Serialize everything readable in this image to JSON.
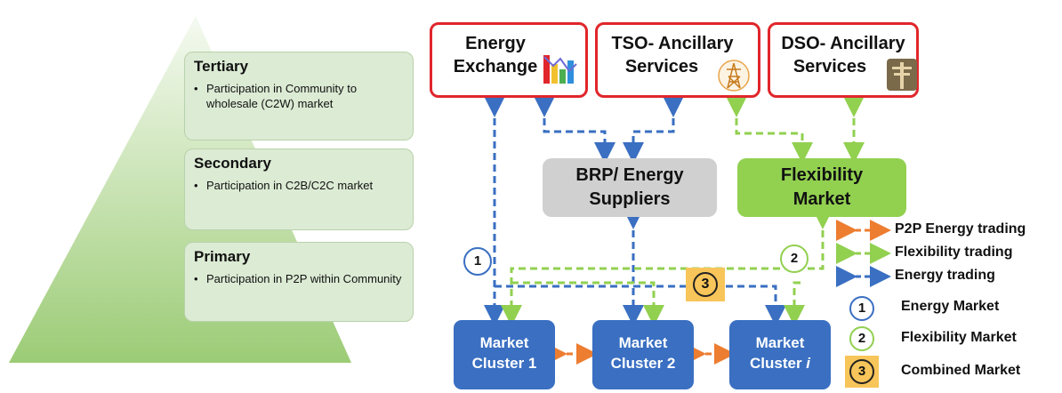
{
  "pyramid": {
    "levels": [
      {
        "title": "Tertiary",
        "item": "Participation in Community to wholesale (C2W) market"
      },
      {
        "title": "Secondary",
        "item": "Participation in C2B/C2C market"
      },
      {
        "title": "Primary",
        "item": "Participation in P2P within Community"
      }
    ]
  },
  "top_markets": [
    {
      "line1": "Energy",
      "line2": "Exchange",
      "icon": "bar-chart-icon"
    },
    {
      "line1": "TSO- Ancillary",
      "line2": "Services",
      "icon": "transmission-tower-icon"
    },
    {
      "line1": "DSO- Ancillary",
      "line2": "Services",
      "icon": "utility-pole-icon"
    }
  ],
  "brp": {
    "line1": "BRP/ Energy",
    "line2": "Suppliers"
  },
  "flex_market": {
    "line1": "Flexibility",
    "line2": "Market"
  },
  "clusters": [
    {
      "line1": "Market",
      "line2": "Cluster 1",
      "italic": ""
    },
    {
      "line1": "Market",
      "line2": "Cluster 2",
      "italic": ""
    },
    {
      "line1": "Market",
      "line2": "Cluster ",
      "italic": "i"
    }
  ],
  "badges": {
    "one": "1",
    "two": "2",
    "three": "3"
  },
  "legend": {
    "p2p": "P2P Energy trading",
    "flex": "Flexibility trading",
    "energy": "Energy trading",
    "energy_market": "Energy Market",
    "flex_market": "Flexibility Market",
    "combined_market": "Combined Market"
  },
  "colors": {
    "orange": "#ed7d31",
    "green": "#92d050",
    "blue": "#3a6fc2",
    "red": "#e0262b",
    "gold": "#f8c55a"
  }
}
